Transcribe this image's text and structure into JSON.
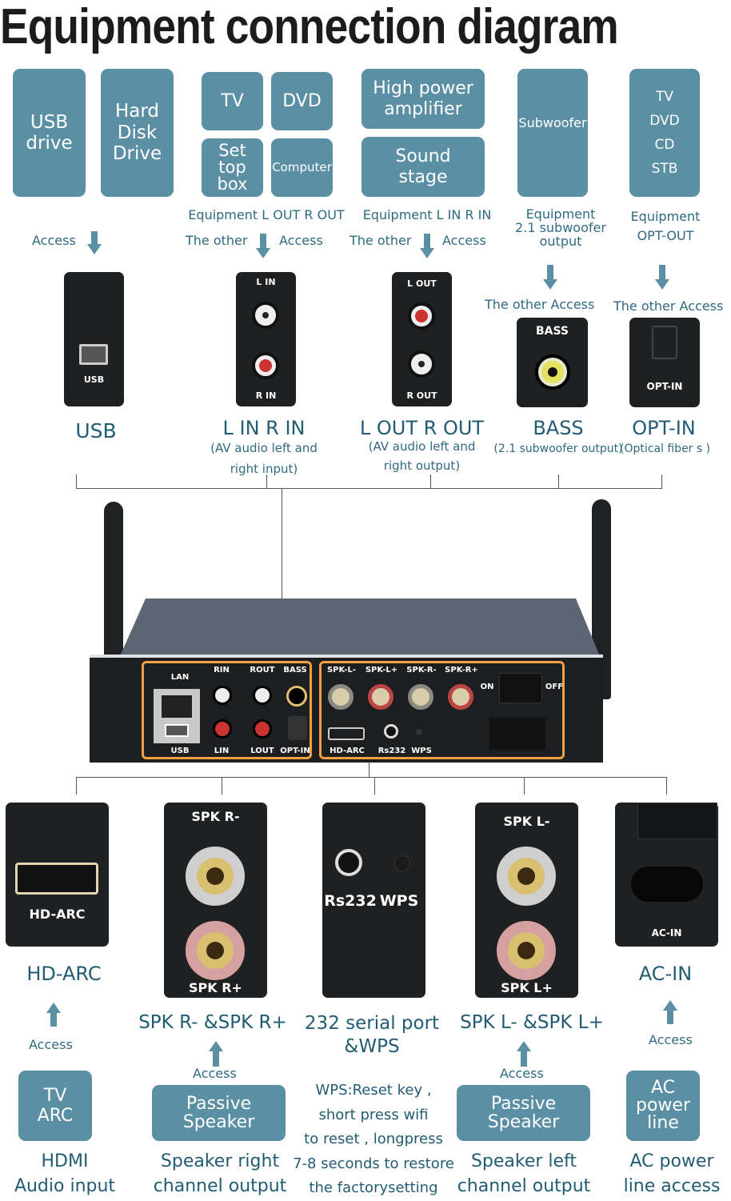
{
  "title": "Equipment connection diagram",
  "top_devices": {
    "usb_drive": "USB drive",
    "hard_disk": "Hard Disk Drive",
    "tv": "TV",
    "dvd": "DVD",
    "set_top_box": "Set top box",
    "computer": "Computer",
    "high_power_amp": "High power amplifier",
    "sound_stage": "Sound stage",
    "subwoofer": "Subwoofer",
    "opt_sources": [
      "TV",
      "DVD",
      "CD",
      "STB"
    ]
  },
  "top_captions": {
    "lout_rout": "Equipment L OUT  R OUT",
    "lin_rin": "Equipment L IN  R IN",
    "sub_line1": "Equipment",
    "sub_line2": "2.1 subwoofer",
    "sub_line3": "output",
    "opt_line1": "Equipment",
    "opt_line2": "OPT-OUT"
  },
  "access_labels": {
    "access": "Access",
    "the_other": "The other",
    "the_other_access": "The other Access"
  },
  "top_ports": {
    "usb": {
      "plate": "USB",
      "name": "USB"
    },
    "lin_rin": {
      "plate_top": "L IN",
      "plate_bottom": "R IN",
      "name": "L IN  R IN",
      "desc1": "(AV audio left and",
      "desc2": "right input)"
    },
    "lout_rout": {
      "plate_top": "L OUT",
      "plate_bottom": "R OUT",
      "name": "L OUT R OUT",
      "desc1": "(AV audio left and",
      "desc2": "right output)"
    },
    "bass": {
      "plate": "BASS",
      "name": "BASS",
      "desc": "(2.1 subwoofer output)"
    },
    "opt_in": {
      "plate": "OPT-IN",
      "name": "OPT-IN",
      "desc": "(Optical fiber s )"
    }
  },
  "device_panel": {
    "left_labels_top": [
      "LAN",
      "RIN",
      "ROUT",
      "BASS"
    ],
    "left_labels_bottom": [
      "USB",
      "LIN",
      "LOUT",
      "OPT-IN"
    ],
    "right_labels_top": [
      "SPK-L-",
      "SPK-L+",
      "SPK-R-",
      "SPK-R+"
    ],
    "right_labels_bottom": [
      "HD-ARC",
      "Rs232",
      "WPS"
    ],
    "switch_on": "ON",
    "switch_off": "OFF",
    "highlight_color": "#f0a040"
  },
  "bottom_ports": {
    "hd_arc": {
      "plate": "HD-ARC",
      "name": "HD-ARC"
    },
    "spk_r": {
      "plate_top": "SPK R-",
      "plate_bottom": "SPK R+",
      "name": "SPK R- &SPK R+"
    },
    "rs232": {
      "plate_left": "Rs232",
      "plate_right": "WPS",
      "name_line1": "232 serial port",
      "name_line2": "&WPS"
    },
    "spk_l": {
      "plate_top": "SPK L-",
      "plate_bottom": "SPK L+",
      "name": "SPK L- &SPK L+"
    },
    "ac_in": {
      "plate": "AC-IN",
      "name": "AC-IN"
    }
  },
  "bottom_devices": {
    "tv_arc": "TV ARC",
    "passive_speaker_r": "Passive Speaker",
    "passive_speaker_l": "Passive Speaker",
    "ac_power_line": "AC power line"
  },
  "bottom_captions": {
    "hdmi_1": "HDMI",
    "hdmi_2": "Audio input",
    "spk_r_1": "Speaker right",
    "spk_r_2": "channel output",
    "wps_lines": [
      "WPS:Reset key ,",
      "short press wifi",
      "to reset , longpress",
      "7-8 seconds to restore",
      "the factorysetting"
    ],
    "spk_l_1": "Speaker left",
    "spk_l_2": "channel output",
    "ac_1": "AC power",
    "ac_2": "line access"
  },
  "colors": {
    "box_fill": "#5b8fa3",
    "label_text": "#2f6a80",
    "port_plate": "#1e2021",
    "title_text": "#1b1d1d"
  }
}
